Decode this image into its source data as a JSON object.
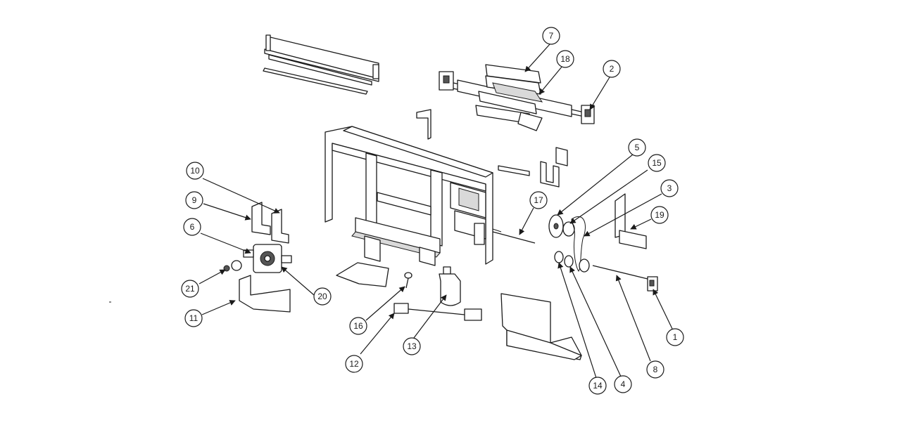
{
  "diagram": {
    "callouts": [
      {
        "id": "c1",
        "label": "1"
      },
      {
        "id": "c2",
        "label": "2"
      },
      {
        "id": "c3",
        "label": "3"
      },
      {
        "id": "c4",
        "label": "4"
      },
      {
        "id": "c5",
        "label": "5"
      },
      {
        "id": "c6",
        "label": "6"
      },
      {
        "id": "c7",
        "label": "7"
      },
      {
        "id": "c8",
        "label": "8"
      },
      {
        "id": "c9",
        "label": "9"
      },
      {
        "id": "c10",
        "label": "10"
      },
      {
        "id": "c11",
        "label": "11"
      },
      {
        "id": "c12",
        "label": "12"
      },
      {
        "id": "c13",
        "label": "13"
      },
      {
        "id": "c14",
        "label": "14"
      },
      {
        "id": "c15",
        "label": "15"
      },
      {
        "id": "c16",
        "label": "16"
      },
      {
        "id": "c17",
        "label": "17"
      },
      {
        "id": "c18",
        "label": "18"
      },
      {
        "id": "c19",
        "label": "19"
      },
      {
        "id": "c20",
        "label": "20"
      },
      {
        "id": "c21",
        "label": "21"
      }
    ],
    "colors": {
      "line": "#1a1a1a",
      "background": "#ffffff",
      "shade": "#d9d9d9"
    }
  }
}
